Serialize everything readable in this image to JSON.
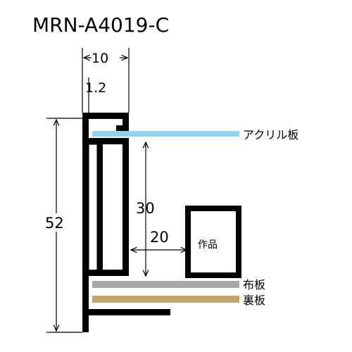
{
  "title": "MRN-A4019-C",
  "dimensions": {
    "width": "10",
    "thickness": "1.2",
    "height": "52",
    "depth": "30",
    "gap": "20"
  },
  "labels": {
    "acrylic": "アクリル板",
    "cloth_board": "布板",
    "back_board": "裏板",
    "artwork": "作品"
  },
  "colors": {
    "acrylic": "#8fd3f0",
    "cloth_board": "#a6a6a6",
    "back_board": "#c8a26b",
    "frame": "#000000"
  }
}
